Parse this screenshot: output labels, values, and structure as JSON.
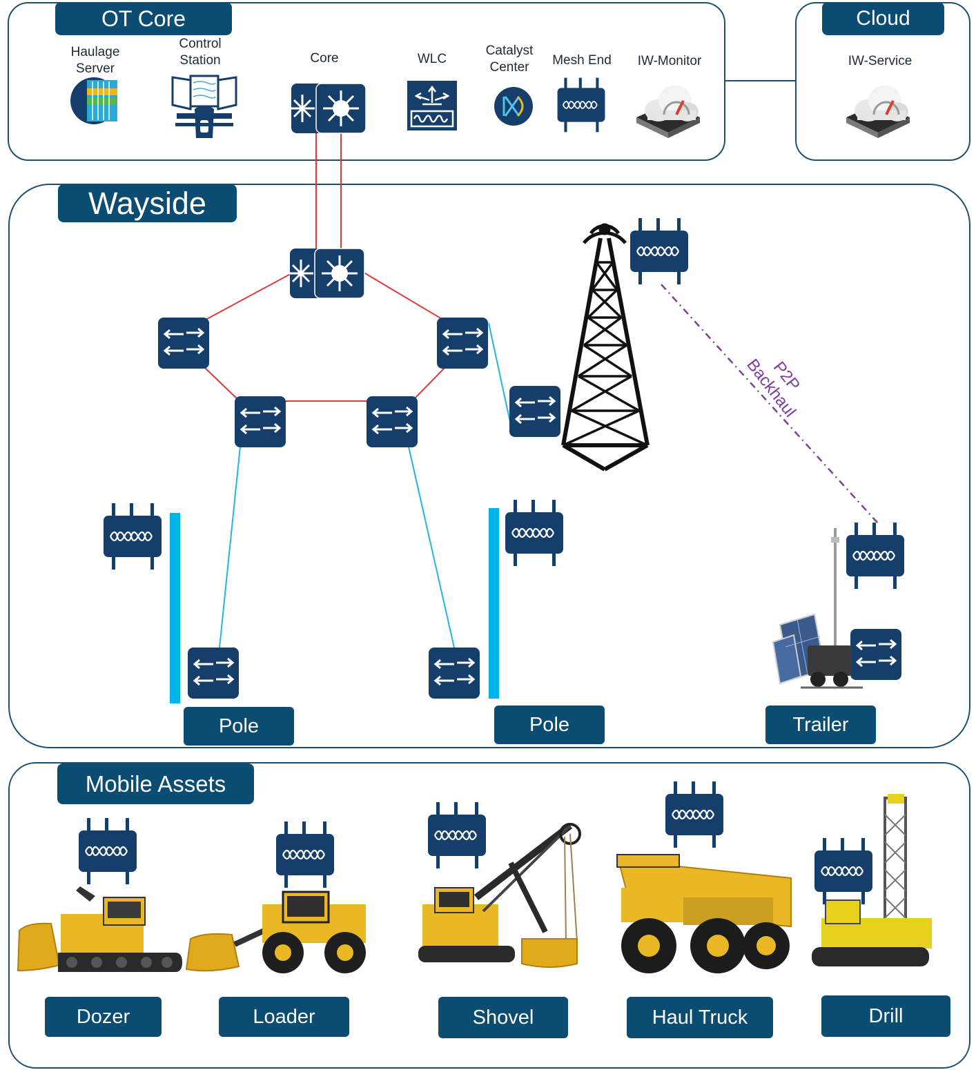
{
  "ot_core": {
    "title": "OT Core",
    "haulage_server": "Haulage\nServer",
    "control_station": "Control\nStation",
    "core": "Core",
    "wlc": "WLC",
    "catalyst_center": "Catalyst\nCenter",
    "mesh_end": "Mesh End",
    "iw_monitor": "IW-Monitor"
  },
  "cloud": {
    "title": "Cloud",
    "iw_service": "IW-Service"
  },
  "wayside": {
    "title": "Wayside",
    "p2p_label": "P2P\nBackhaul",
    "pole_left": "Pole",
    "pole_right": "Pole",
    "trailer": "Trailer"
  },
  "mobile_assets": {
    "title": "Mobile Assets",
    "dozer": "Dozer",
    "loader": "Loader",
    "shovel": "Shovel",
    "haul_truck": "Haul Truck",
    "drill": "Drill"
  },
  "colors": {
    "navy": "#0b4d72",
    "icon_navy": "#163e6b",
    "red_link": "#d93a3a",
    "cyan_link": "#1fb7e0",
    "pole_bar": "#00b6e8",
    "p2p_purple": "#7a3fa0",
    "cat_yellow": "#e9b824"
  },
  "icons": [
    "server-icon",
    "control-station-icon",
    "core-switch-icon",
    "wlc-icon",
    "catalyst-center-icon",
    "mesh-ap-icon",
    "cloud-gauge-icon",
    "layer2-switch-icon",
    "tower-icon",
    "solar-trailer-icon",
    "dozer-icon",
    "loader-icon",
    "shovel-icon",
    "haul-truck-icon",
    "drill-icon"
  ]
}
